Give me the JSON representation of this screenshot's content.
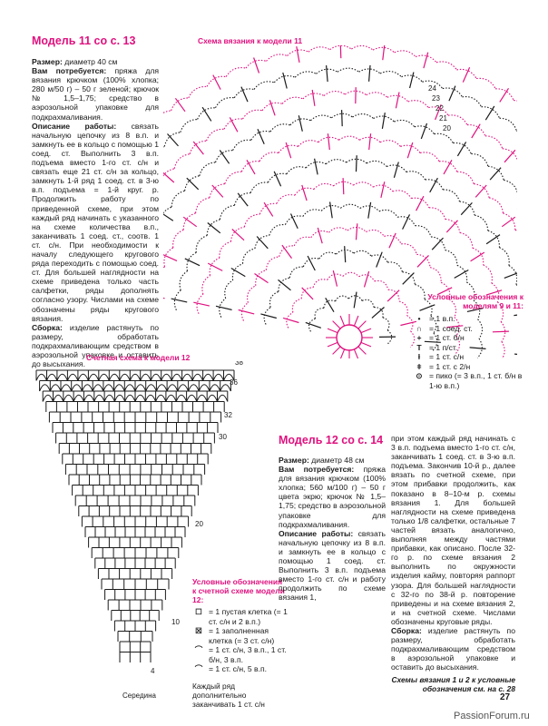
{
  "model11": {
    "title": "Модель 11 со с. 13",
    "size_label": "Размер:",
    "size_value": " диаметр 40 см",
    "need_label": "Вам потребуется:",
    "need_value": " пряжа для вязания крючком (100% хлопка; 280 м/50 г) – 50 г зеленой; крючок № 1,5–1,75; средство в аэрозольной упаковке для подкрахмаливания.",
    "desc_label": "Описание работы:",
    "desc_value": " связать начальную цепочку из 8 в.п. и замкнуть ее в кольцо с помощью 1 соед. ст. Выполнить 3 в.п. подъема вместо 1-го ст. с/н и связать еще 21 ст. с/н за кольцо, замкнуть 1-й ряд 1 соед. ст. в 3-ю в.п. подъема = 1-й круг. р. Продолжить работу по приведенной схеме, при этом каждый ряд начинать с указанного на схеме количества в.п., заканчивать 1 соед. ст., соотв. 1 ст. с/н. При необходимости к началу следующего кругового ряда переходить с помощью соед. ст. Для большей наглядности на схеме приведена только часть салфетки, ряды дополнять согласно узору. Числами на схеме обозначены ряды кругового вязания.",
    "build_label": "Сборка:",
    "build_value": " изделие растянуть по размеру, обработать подкрахмаливающим средством в аэрозольной упаковке и оставить до высыхания."
  },
  "diagram11": {
    "title": "Схема вязания к модели 11",
    "row_numbers": [
      "24",
      "23",
      "22",
      "21",
      "20"
    ]
  },
  "legend11": {
    "title": "Условные обозначения к моделям 9 и 11:",
    "items": [
      {
        "icon": "dot-icon",
        "sym": "•",
        "text": "= 1 в.п."
      },
      {
        "icon": "soed-icon",
        "sym": "∩",
        "text": "= 1 соед. ст."
      },
      {
        "icon": "stbn-icon",
        "sym": "+",
        "text": "= 1 ст. б/н"
      },
      {
        "icon": "psst-icon",
        "sym": "T",
        "text": "= 1 п/ст."
      },
      {
        "icon": "stsn-icon",
        "sym": "ƚ",
        "text": "= 1 ст. с/н"
      },
      {
        "icon": "st2n-icon",
        "sym": "ǂ",
        "text": "= 1 ст. с 2/н"
      },
      {
        "icon": "piko-icon",
        "sym": "⊙",
        "text": "= пико (= 3 в.п., 1 ст. б/н в 1-ю в.п.)"
      }
    ]
  },
  "diagram12": {
    "title": "Счетная схема к модели 12",
    "row_numbers": [
      "38",
      "36",
      "32",
      "30",
      "20",
      "10",
      "4"
    ],
    "center_label": "Середина"
  },
  "legend12": {
    "title": "Условные обозначения к счетной схеме модели 12:",
    "items": [
      {
        "icon": "empty-cell-icon",
        "sym": "☐",
        "text": "= 1 пустая клетка (= 1 ст. с/н и 2 в.п.)"
      },
      {
        "icon": "filled-cell-icon",
        "sym": "☒",
        "text": "= 1 заполненная клетка (= 3 ст. с/н)"
      },
      {
        "icon": "arch-icon",
        "sym": "⌒",
        "text": "= 1 ст. с/н, 3 в.п., 1 ст. б/н, 3 в.п."
      },
      {
        "icon": "short-arch-icon",
        "sym": "⌒",
        "text": "= 1 ст. с/н, 5 в.п."
      }
    ],
    "note": "Каждый ряд дополнительно заканчивать 1 ст. с/н"
  },
  "model12": {
    "title": "Модель 12 со с. 14",
    "size_label": "Размер:",
    "size_value": " диаметр 48 см",
    "need_label": "Вам потребуется:",
    "need_value": " пряжа для вязания крючком (100% хлопка; 560 м/100 г) – 50 г цвета экрю; крючок № 1,5–1,75; средство в аэрозольной упаковке для подкрахмаливания.",
    "desc_label": "Описание работы:",
    "desc_value": " связать начальную цепочку из 8 в.п. и замкнуть ее в кольцо с помощью 1 соед. ст. Выполнить 3 в.п. подъема вместо 1-го ст. с/н и работу продолжить по схеме вязания 1,",
    "col2_value": "при этом каждый ряд начинать с 3 в.п. подъема вместо 1-го ст. с/н, заканчивать 1 соед. ст. в 3-ю в.п. подъема. Закончив 10-й р., далее вязать по счетной схеме, при этом прибавки продолжить, как показано в 8–10-м р. схемы вязания 1. Для большей наглядности на схеме приведена только 1/8 салфетки, остальные 7 частей вязать аналогично, выполняя между частями прибавки, как описано. После 32-го р. по схеме вязания 2 выполнить по окружности изделия кайму, повторяя раппорт узора. Для большей наглядности с 32-го по 38-й р. повторение приведены и на схеме вязания 2, и на счетной схеме. Числами обозначены круговые ряды.",
    "build_label": "Сборка:",
    "build_value": " изделие растянуть по размеру, обработать подкрахмаливающим средством в аэрозольной упаковке и оставить до высыхания.",
    "footnote": "Схемы вязания 1 и 2 к условные обозначения см. на с. 28"
  },
  "page_number": "27",
  "watermark": "PassionForum.ru",
  "colors": {
    "accent": "#e0117f",
    "text": "#1a1a1a"
  }
}
